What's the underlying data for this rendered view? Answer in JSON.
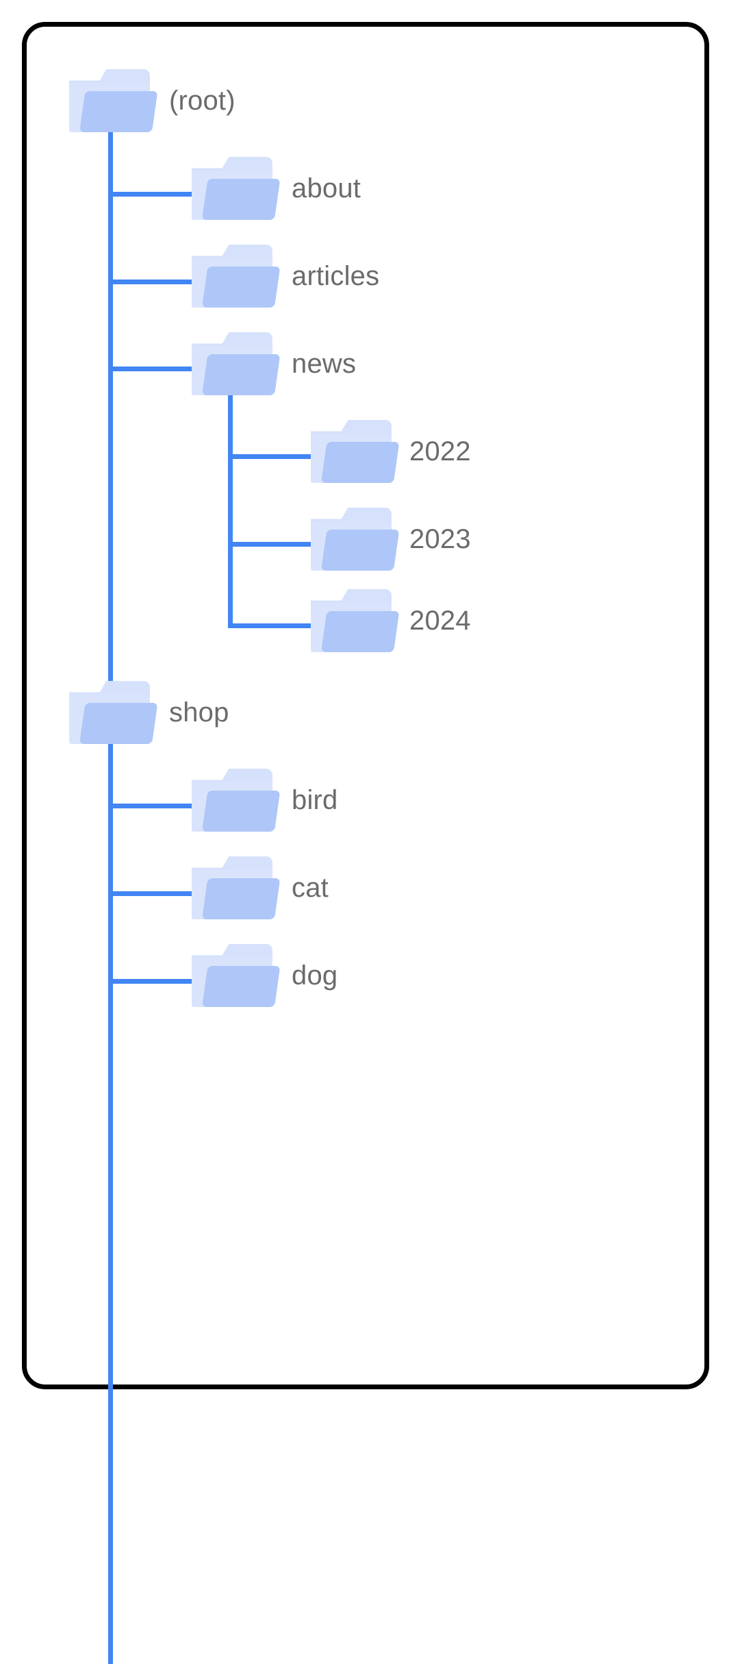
{
  "diagram": {
    "title": "folder-tree",
    "colors": {
      "card_border": "#000000",
      "connector": "#4285f4",
      "folder_front": "#aec7f8",
      "folder_back": "#d9e4fc",
      "label_text": "#6b6b6b",
      "background": "#ffffff"
    },
    "icon": "folder-icon",
    "nodes": [
      {
        "id": "root",
        "label": "(root)",
        "depth": 0,
        "parent": null
      },
      {
        "id": "about",
        "label": "about",
        "depth": 1,
        "parent": "root"
      },
      {
        "id": "articles",
        "label": "articles",
        "depth": 1,
        "parent": "root"
      },
      {
        "id": "news",
        "label": "news",
        "depth": 1,
        "parent": "root"
      },
      {
        "id": "2022",
        "label": "2022",
        "depth": 2,
        "parent": "news"
      },
      {
        "id": "2023",
        "label": "2023",
        "depth": 2,
        "parent": "news"
      },
      {
        "id": "2024",
        "label": "2024",
        "depth": 2,
        "parent": "news"
      },
      {
        "id": "shop",
        "label": "shop",
        "depth": 0,
        "parent": "root"
      },
      {
        "id": "bird",
        "label": "bird",
        "depth": 1,
        "parent": "shop"
      },
      {
        "id": "cat",
        "label": "cat",
        "depth": 1,
        "parent": "shop"
      },
      {
        "id": "dog",
        "label": "dog",
        "depth": 1,
        "parent": "shop"
      }
    ]
  }
}
